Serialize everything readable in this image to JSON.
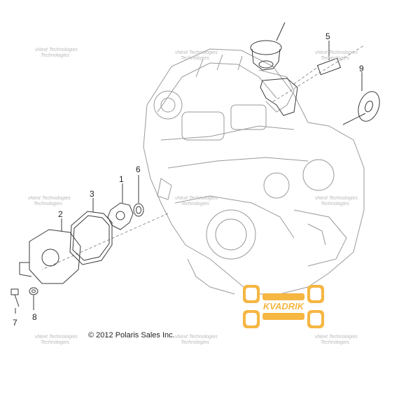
{
  "callouts": {
    "c1": "1",
    "c2": "2",
    "c3": "3",
    "c5": "5",
    "c6": "6",
    "c7": "7",
    "c8": "8",
    "c9": "9"
  },
  "copyright": "© 2012 Polaris Sales Inc.",
  "watermark": {
    "line1": "vNext Technologies",
    "line2": "Technologies"
  },
  "logo": {
    "text": "KVADRIK",
    "color": "#f5b642"
  },
  "colors": {
    "line": "#3a3a3a",
    "gray": "#9a9a9a",
    "logo": "#f5b642"
  }
}
